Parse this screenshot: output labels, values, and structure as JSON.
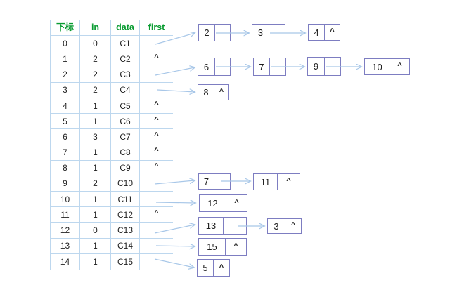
{
  "table": {
    "headers": [
      "下标",
      "in",
      "data",
      "first"
    ],
    "rows": [
      {
        "index": "0",
        "in": "0",
        "data": "C1",
        "first": ""
      },
      {
        "index": "1",
        "in": "2",
        "data": "C2",
        "first": "^"
      },
      {
        "index": "2",
        "in": "2",
        "data": "C3",
        "first": ""
      },
      {
        "index": "3",
        "in": "2",
        "data": "C4",
        "first": ""
      },
      {
        "index": "4",
        "in": "1",
        "data": "C5",
        "first": "^"
      },
      {
        "index": "5",
        "in": "1",
        "data": "C6",
        "first": "^"
      },
      {
        "index": "6",
        "in": "3",
        "data": "C7",
        "first": "^"
      },
      {
        "index": "7",
        "in": "1",
        "data": "C8",
        "first": "^"
      },
      {
        "index": "8",
        "in": "1",
        "data": "C9",
        "first": "^"
      },
      {
        "index": "9",
        "in": "2",
        "data": "C10",
        "first": ""
      },
      {
        "index": "10",
        "in": "1",
        "data": "C11",
        "first": ""
      },
      {
        "index": "11",
        "in": "1",
        "data": "C12",
        "first": "^"
      },
      {
        "index": "12",
        "in": "0",
        "data": "C13",
        "first": ""
      },
      {
        "index": "13",
        "in": "1",
        "data": "C14",
        "first": ""
      },
      {
        "index": "14",
        "in": "1",
        "data": "C15",
        "first": ""
      }
    ]
  },
  "lists": [
    {
      "from_index": "0",
      "nodes": [
        {
          "value": "2",
          "next": ""
        },
        {
          "value": "3",
          "next": ""
        },
        {
          "value": "4",
          "next": "^"
        }
      ]
    },
    {
      "from_index": "2",
      "nodes": [
        {
          "value": "6",
          "next": ""
        },
        {
          "value": "7",
          "next": ""
        },
        {
          "value": "9",
          "next": ""
        },
        {
          "value": "10",
          "next": "^"
        }
      ]
    },
    {
      "from_index": "3",
      "nodes": [
        {
          "value": "8",
          "next": "^"
        }
      ]
    },
    {
      "from_index": "9",
      "nodes": [
        {
          "value": "7",
          "next": ""
        },
        {
          "value": "11",
          "next": "^"
        }
      ]
    },
    {
      "from_index": "10",
      "nodes": [
        {
          "value": "12",
          "next": "^"
        }
      ]
    },
    {
      "from_index": "12",
      "nodes": [
        {
          "value": "13",
          "next": ""
        },
        {
          "value": "3",
          "next": "^"
        }
      ]
    },
    {
      "from_index": "13",
      "nodes": [
        {
          "value": "15",
          "next": "^"
        }
      ]
    },
    {
      "from_index": "14",
      "nodes": [
        {
          "value": "5",
          "next": "^"
        }
      ]
    }
  ],
  "colors": {
    "table_border": "#bdd7ee",
    "header_text": "#089b30",
    "node_border": "#7d7dc1",
    "arrow": "#a8c7e8",
    "text": "#1f1f1f"
  }
}
